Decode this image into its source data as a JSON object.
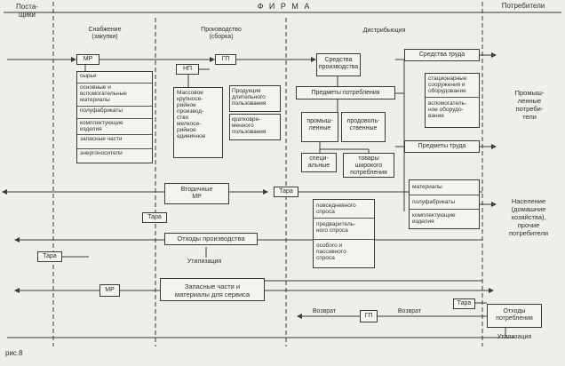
{
  "header": {
    "suppliers": "Поста-\nщики",
    "firm": "Ф И Р М А",
    "consumers": "Потребители"
  },
  "columns": {
    "supply": "Снабжение\n(закупки)",
    "production": "Производство\n(сборка)",
    "distribution": "Дистрибьюция"
  },
  "supply": {
    "mr_top": "МР",
    "items": [
      "сырье",
      "основные и\nвспомогательные\nматериалы",
      "полуфабрикаты",
      "комплектующие\nизделия",
      "запасные части",
      "энергоносители"
    ]
  },
  "production": {
    "np": "НП",
    "gp": "ГП",
    "mass": "Массовое\nкрупносе-\nрийное\nпроизвод-\nство\nмелкосе-\nрийное\nединичное",
    "products_long": "Продукция\nдлительного\nпользования",
    "products_short": "кратковре-\nменного\nпользования"
  },
  "distribution": {
    "means_production": "Средства\nпроизводства",
    "consumer_goods": "Предметы потребления",
    "industrial": "промыш-\nленные",
    "food": "продоволь-\nственные",
    "special": "специ-\nальные",
    "wide_goods": "товары\nширокого\nпотребления",
    "daily": "повседневного\nспроса",
    "preliminary": "предваритель-\nного спроса",
    "special_passive": "особого и\nпассивного\nспроса"
  },
  "labor": {
    "means_labor": "Средства труда",
    "stationary": "стационарные\nсооружения и\nоборудование",
    "auxiliary": "вспомогатель-\nное оборудо-\nвание",
    "objects_labor": "Предметы труда",
    "materials": "материалы",
    "semi": "полуфабрикаты",
    "components": "комплектующие\nизделия"
  },
  "consumers": {
    "industrial": "Промыш-\nленные\nпотреби-\nтели",
    "population": "Население\n(домашние\nхозяйства),\nпрочие\nпотребители"
  },
  "bottom": {
    "secondary_mr": "Вторичные\nМР",
    "tara": "Тара",
    "waste": "Отходы производства",
    "utilization": "Утилизация",
    "mr": "МР",
    "spare": "Запасные части и\nматериалы для сервиса",
    "return": "Возврат",
    "gp": "ГП",
    "consumer_waste": "Отходы\nпотребления",
    "utilization2": "Утилизация"
  },
  "caption": "рис.8"
}
